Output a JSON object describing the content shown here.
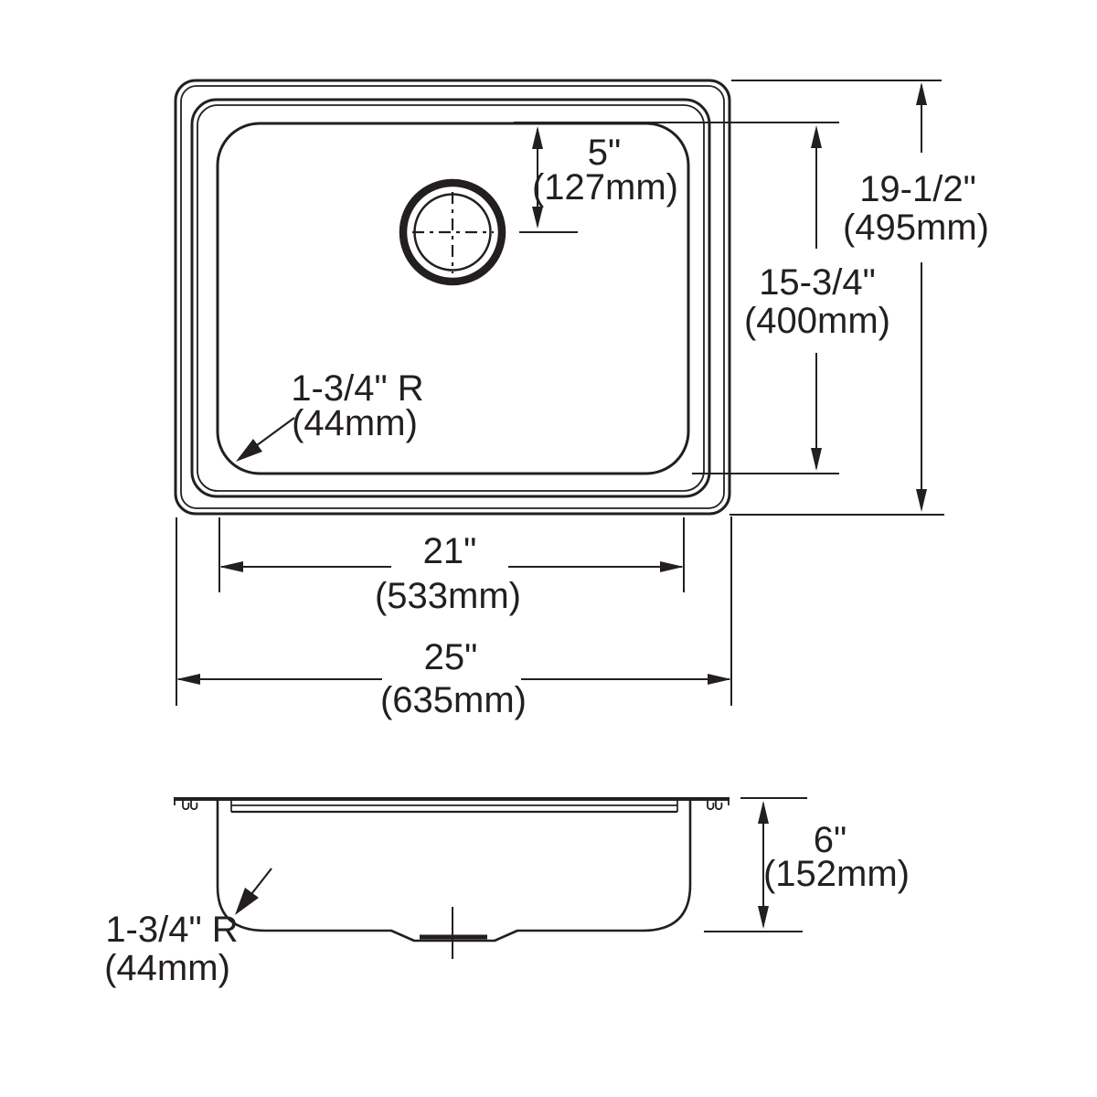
{
  "colors": {
    "line": "#231f20",
    "background": "#ffffff"
  },
  "top_view": {
    "drain_offset": {
      "in": "5\"",
      "mm": "(127mm)"
    },
    "overall_depth": {
      "in": "19-1/2\"",
      "mm": "(495mm)"
    },
    "bowl_depth": {
      "in": "15-3/4\"",
      "mm": "(400mm)"
    },
    "corner_radius": {
      "in": "1-3/4\" R",
      "mm": "(44mm)"
    },
    "bowl_width": {
      "in": "21\"",
      "mm": "(533mm)"
    },
    "overall_width": {
      "in": "25\"",
      "mm": "(635mm)"
    }
  },
  "side_view": {
    "corner_radius": {
      "in": "1-3/4\" R",
      "mm": "(44mm)"
    },
    "depth": {
      "in": "6\"",
      "mm": "(152mm)"
    }
  }
}
